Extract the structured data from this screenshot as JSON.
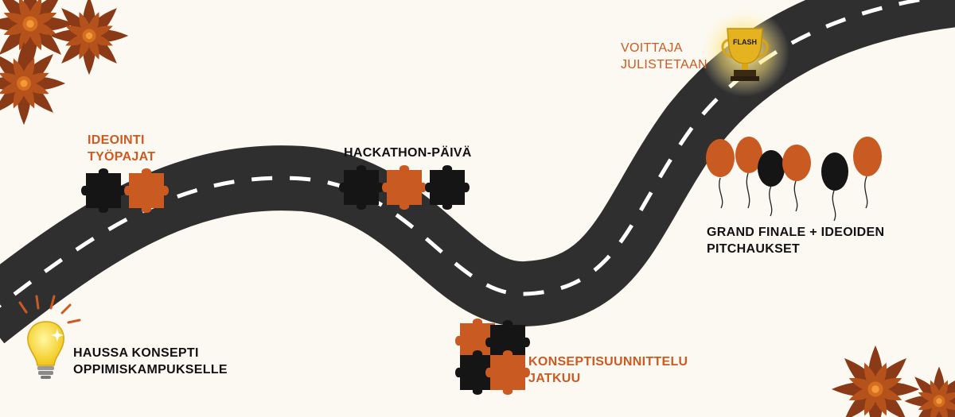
{
  "milestones": {
    "idea_bulb": {
      "line1": "HAUSSA KONSEPTI",
      "line2": "OPPIMISKAMPUKSELLE"
    },
    "ideation": {
      "line1": "IDEOINTI",
      "line2": "TYÖPAJAT"
    },
    "hackathon": {
      "line1": "HACKATHON-PÄIVÄ"
    },
    "concept_design": {
      "line1": "KONSEPTISUUNNITTELU",
      "line2": "JATKUU"
    },
    "grand_finale": {
      "line1": "GRAND FINALE + IDEOIDEN",
      "line2": "PITCHAUKSET"
    },
    "winner": {
      "line1": "VOITTAJA",
      "line2": "JULISTETAAN"
    }
  },
  "trophy": {
    "logo_text": "FLASH"
  },
  "colors": {
    "background": "#fcf9f3",
    "road": "#2f2f2f",
    "road_marking": "#ffffff",
    "accent_orange": "#cc5a21",
    "text_dark": "#111111",
    "trophy_gold": "#e5b320",
    "flower_petal": "#8a3a17",
    "flower_center": "#d66e1f"
  },
  "icons": [
    "lightbulb-icon",
    "puzzle-piece-icon",
    "trophy-icon",
    "balloon-icon",
    "flower-icon"
  ]
}
